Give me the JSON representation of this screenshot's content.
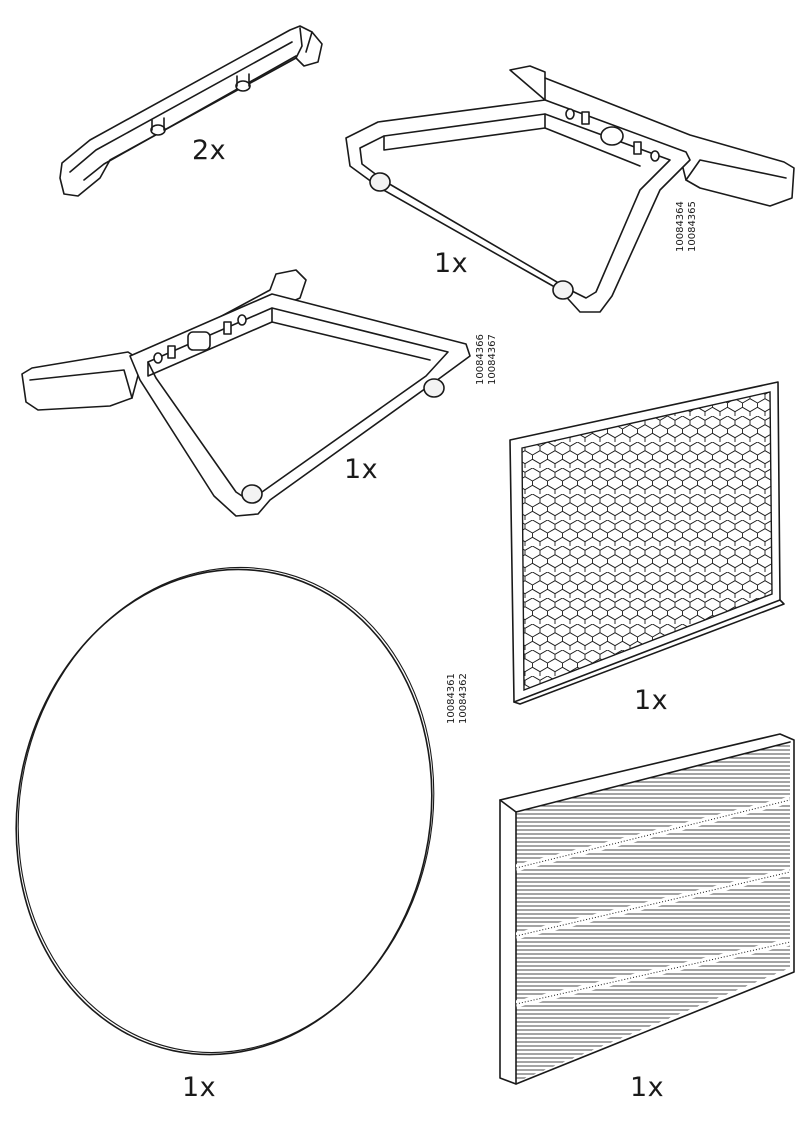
{
  "page": {
    "background": "#ffffff",
    "line_color": "#1a1a1a"
  },
  "parts": [
    {
      "id": "rail-clip",
      "quantity": "2x",
      "codes": []
    },
    {
      "id": "frame-right",
      "quantity": "1x",
      "codes": [
        "10084364",
        "10084365"
      ]
    },
    {
      "id": "frame-left",
      "quantity": "1x",
      "codes": [
        "10084366",
        "10084367"
      ]
    },
    {
      "id": "hex-filter",
      "quantity": "1x",
      "codes": []
    },
    {
      "id": "round-panel",
      "quantity": "1x",
      "codes": [
        "10084361",
        "10084362"
      ]
    },
    {
      "id": "pleated-filter",
      "quantity": "1x",
      "codes": []
    }
  ]
}
